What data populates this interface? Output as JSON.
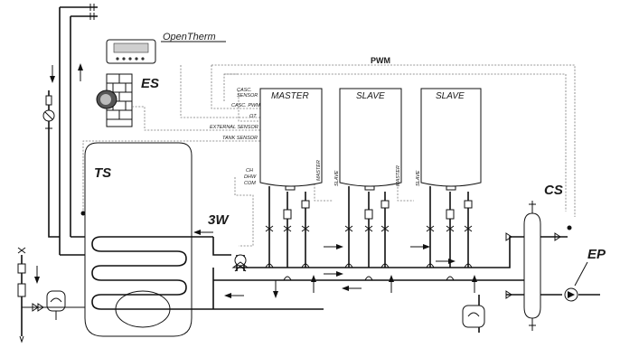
{
  "boilers": {
    "master": "MASTER",
    "slave1": "SLAVE",
    "slave2": "SLAVE"
  },
  "signals": {
    "pwm": "PWM",
    "opentherm": "OpenTherm",
    "casc_sensor_1": "CASC.",
    "casc_sensor_2": "SENSOR",
    "casc_pwm": "CASC. PWM",
    "ot": "OT",
    "external_sensor": "EXTERNAL SENSOR",
    "tank_sensor": "TANK SENSOR",
    "ch": "CH",
    "dhw": "DHW",
    "com": "COM",
    "master_port": "MASTER",
    "slave_port_1": "SLAVE",
    "slave_port_2": "SLAVE"
  },
  "components": {
    "es": "ES",
    "ts": "TS",
    "three_way": "3W",
    "cs": "CS",
    "ep": "EP"
  }
}
